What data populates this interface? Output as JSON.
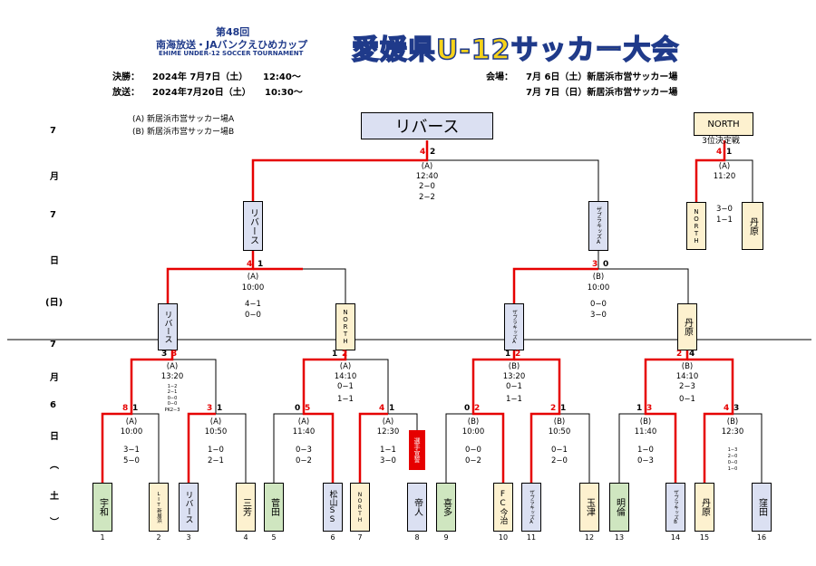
{
  "header": {
    "edition": "第48回",
    "sponsor": "南海放送・JAバンクえひめカップ",
    "english": "EHIME UNDER-12 SOCCER TOURNAMENT",
    "title": "愛媛県U-12サッカー大会"
  },
  "schedule": {
    "final_label": "決勝：",
    "final_date": "2024年 7月7日（土）",
    "final_time": "12:40〜",
    "broadcast_label": "放送：",
    "broadcast_date": "2024年7月20日（土）",
    "broadcast_time": "10:30〜",
    "venue_label": "会場：",
    "venue1": "7月 6日（土）新居浜市営サッカー場",
    "venue2": "7月 7日（日）新居浜市営サッカー場"
  },
  "courts": {
    "a": "(A) 新居浜市営サッカー場A",
    "b": "(B) 新居浜市営サッカー場B"
  },
  "dates": {
    "day2": [
      "7",
      "月",
      "7",
      "日",
      "(日)"
    ],
    "day1": [
      "7",
      "月",
      "6",
      "日",
      "︵",
      "土",
      "︶"
    ]
  },
  "champion": "リバース",
  "third": {
    "winner": "NORTH",
    "label": "3位決定戦",
    "court": "(A)",
    "time": "11:20",
    "s1": "4",
    "s2": "1",
    "score1": "3−0",
    "score2": "1−1",
    "team1": "NORTH",
    "team2": "丹原"
  },
  "final": {
    "court": "(A)",
    "time": "12:40",
    "s1": "4",
    "s2": "2",
    "score1": "2−0",
    "score2": "2−2"
  },
  "finalists": {
    "left": "リバース",
    "right": "ザブラキッズA"
  },
  "semis": [
    {
      "court": "(A)",
      "time": "10:00",
      "s1": "4",
      "s2": "1",
      "score1": "4−1",
      "score2": "0−0"
    },
    {
      "court": "(B)",
      "time": "10:00",
      "s1": "3",
      "s2": "0",
      "score1": "0−0",
      "score2": "3−0"
    }
  ],
  "semifinalists": [
    "リバース",
    "NORTH",
    "ザブラキッズA",
    "丹原"
  ],
  "quarters": [
    {
      "court": "(A)",
      "time": "13:20",
      "s1": "3",
      "s2": "3",
      "score1": "1−2",
      "score2": "2−1",
      "extra": [
        "0−0",
        "0−0",
        "PK2−3"
      ]
    },
    {
      "court": "(A)",
      "time": "14:10",
      "s1": "1",
      "s2": "2",
      "score1": "0−1",
      "score2": "1−1"
    },
    {
      "court": "(B)",
      "time": "13:20",
      "s1": "1",
      "s2": "2",
      "score1": "0−1",
      "score2": "1−1"
    },
    {
      "court": "(B)",
      "time": "14:10",
      "s1": "2",
      "s2": "4",
      "score1": "2−3",
      "score2": "0−1"
    }
  ],
  "round1": [
    {
      "court": "(A)",
      "time": "10:00",
      "s1": "8",
      "s2": "1",
      "score1": "3−1",
      "score2": "5−0"
    },
    {
      "court": "(A)",
      "time": "10:50",
      "s1": "3",
      "s2": "1",
      "score1": "1−0",
      "score2": "2−1"
    },
    {
      "court": "(A)",
      "time": "11:40",
      "s1": "0",
      "s2": "5",
      "score1": "0−3",
      "score2": "0−2"
    },
    {
      "court": "(A)",
      "time": "12:30",
      "s1": "4",
      "s2": "1",
      "score1": "1−1",
      "score2": "3−0"
    },
    {
      "court": "(B)",
      "time": "10:00",
      "s1": "0",
      "s2": "2",
      "score1": "0−0",
      "score2": "0−2"
    },
    {
      "court": "(B)",
      "time": "10:50",
      "s1": "2",
      "s2": "1",
      "score1": "0−1",
      "score2": "2−0"
    },
    {
      "court": "(B)",
      "time": "11:40",
      "s1": "1",
      "s2": "3",
      "score1": "1−0",
      "score2": "0−3"
    },
    {
      "court": "(B)",
      "time": "12:30",
      "s1": "4",
      "s2": "3",
      "score1": "",
      "score2": "",
      "extra": [
        "1−3",
        "2−0",
        "0−0",
        "1−0"
      ]
    }
  ],
  "special_mark": "選手宣誓",
  "teams": [
    {
      "n": "1",
      "name": "宇和"
    },
    {
      "n": "2",
      "name": "LIT新居浜"
    },
    {
      "n": "3",
      "name": "リバース"
    },
    {
      "n": "4",
      "name": "三芳"
    },
    {
      "n": "5",
      "name": "菅田"
    },
    {
      "n": "6",
      "name": "松山SS"
    },
    {
      "n": "7",
      "name": "NORTH"
    },
    {
      "n": "8",
      "name": "帝人"
    },
    {
      "n": "9",
      "name": "喜多"
    },
    {
      "n": "10",
      "name": "FC今治"
    },
    {
      "n": "11",
      "name": "ザブラキッズA"
    },
    {
      "n": "12",
      "name": "玉津"
    },
    {
      "n": "13",
      "name": "明倫"
    },
    {
      "n": "14",
      "name": "ザブラキッズB"
    },
    {
      "n": "15",
      "name": "丹原"
    },
    {
      "n": "16",
      "name": "窪田"
    }
  ],
  "colors": {
    "win": "#e60000",
    "line": "#000000",
    "blue": "#dbe0f2",
    "cream": "#fdf1cf",
    "green": "#cfe6c0",
    "red_box": "#e60000"
  }
}
